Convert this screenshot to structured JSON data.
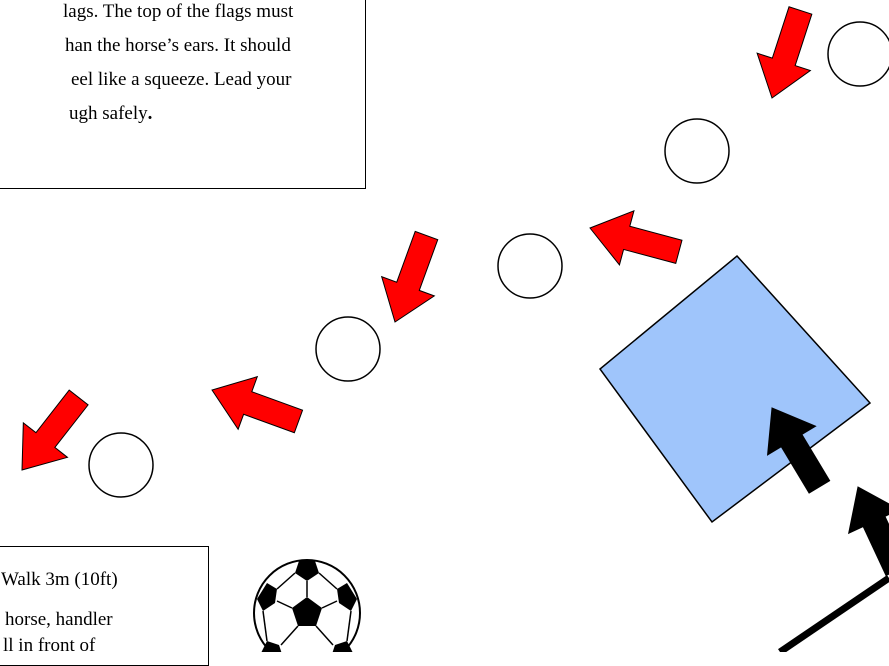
{
  "top_instruction": {
    "lines": [
      "lags. The top of the flags must",
      "han the horse’s ears. It should",
      "eel like a squeeze. Lead your",
      "ugh safely"
    ],
    "trailing_period": "."
  },
  "bottom_instruction": {
    "lines": [
      "Walk 3m (10ft)",
      "horse, handler",
      "ll in front of"
    ]
  },
  "colors": {
    "arrow_red": "#ff0000",
    "arrow_black": "#000000",
    "square_fill": "#9fc5fb",
    "cone_fill": "#ffffff"
  },
  "icons": {
    "ball": "soccer-ball-icon",
    "cone": "cone-icon",
    "arrow": "arrow-icon"
  }
}
